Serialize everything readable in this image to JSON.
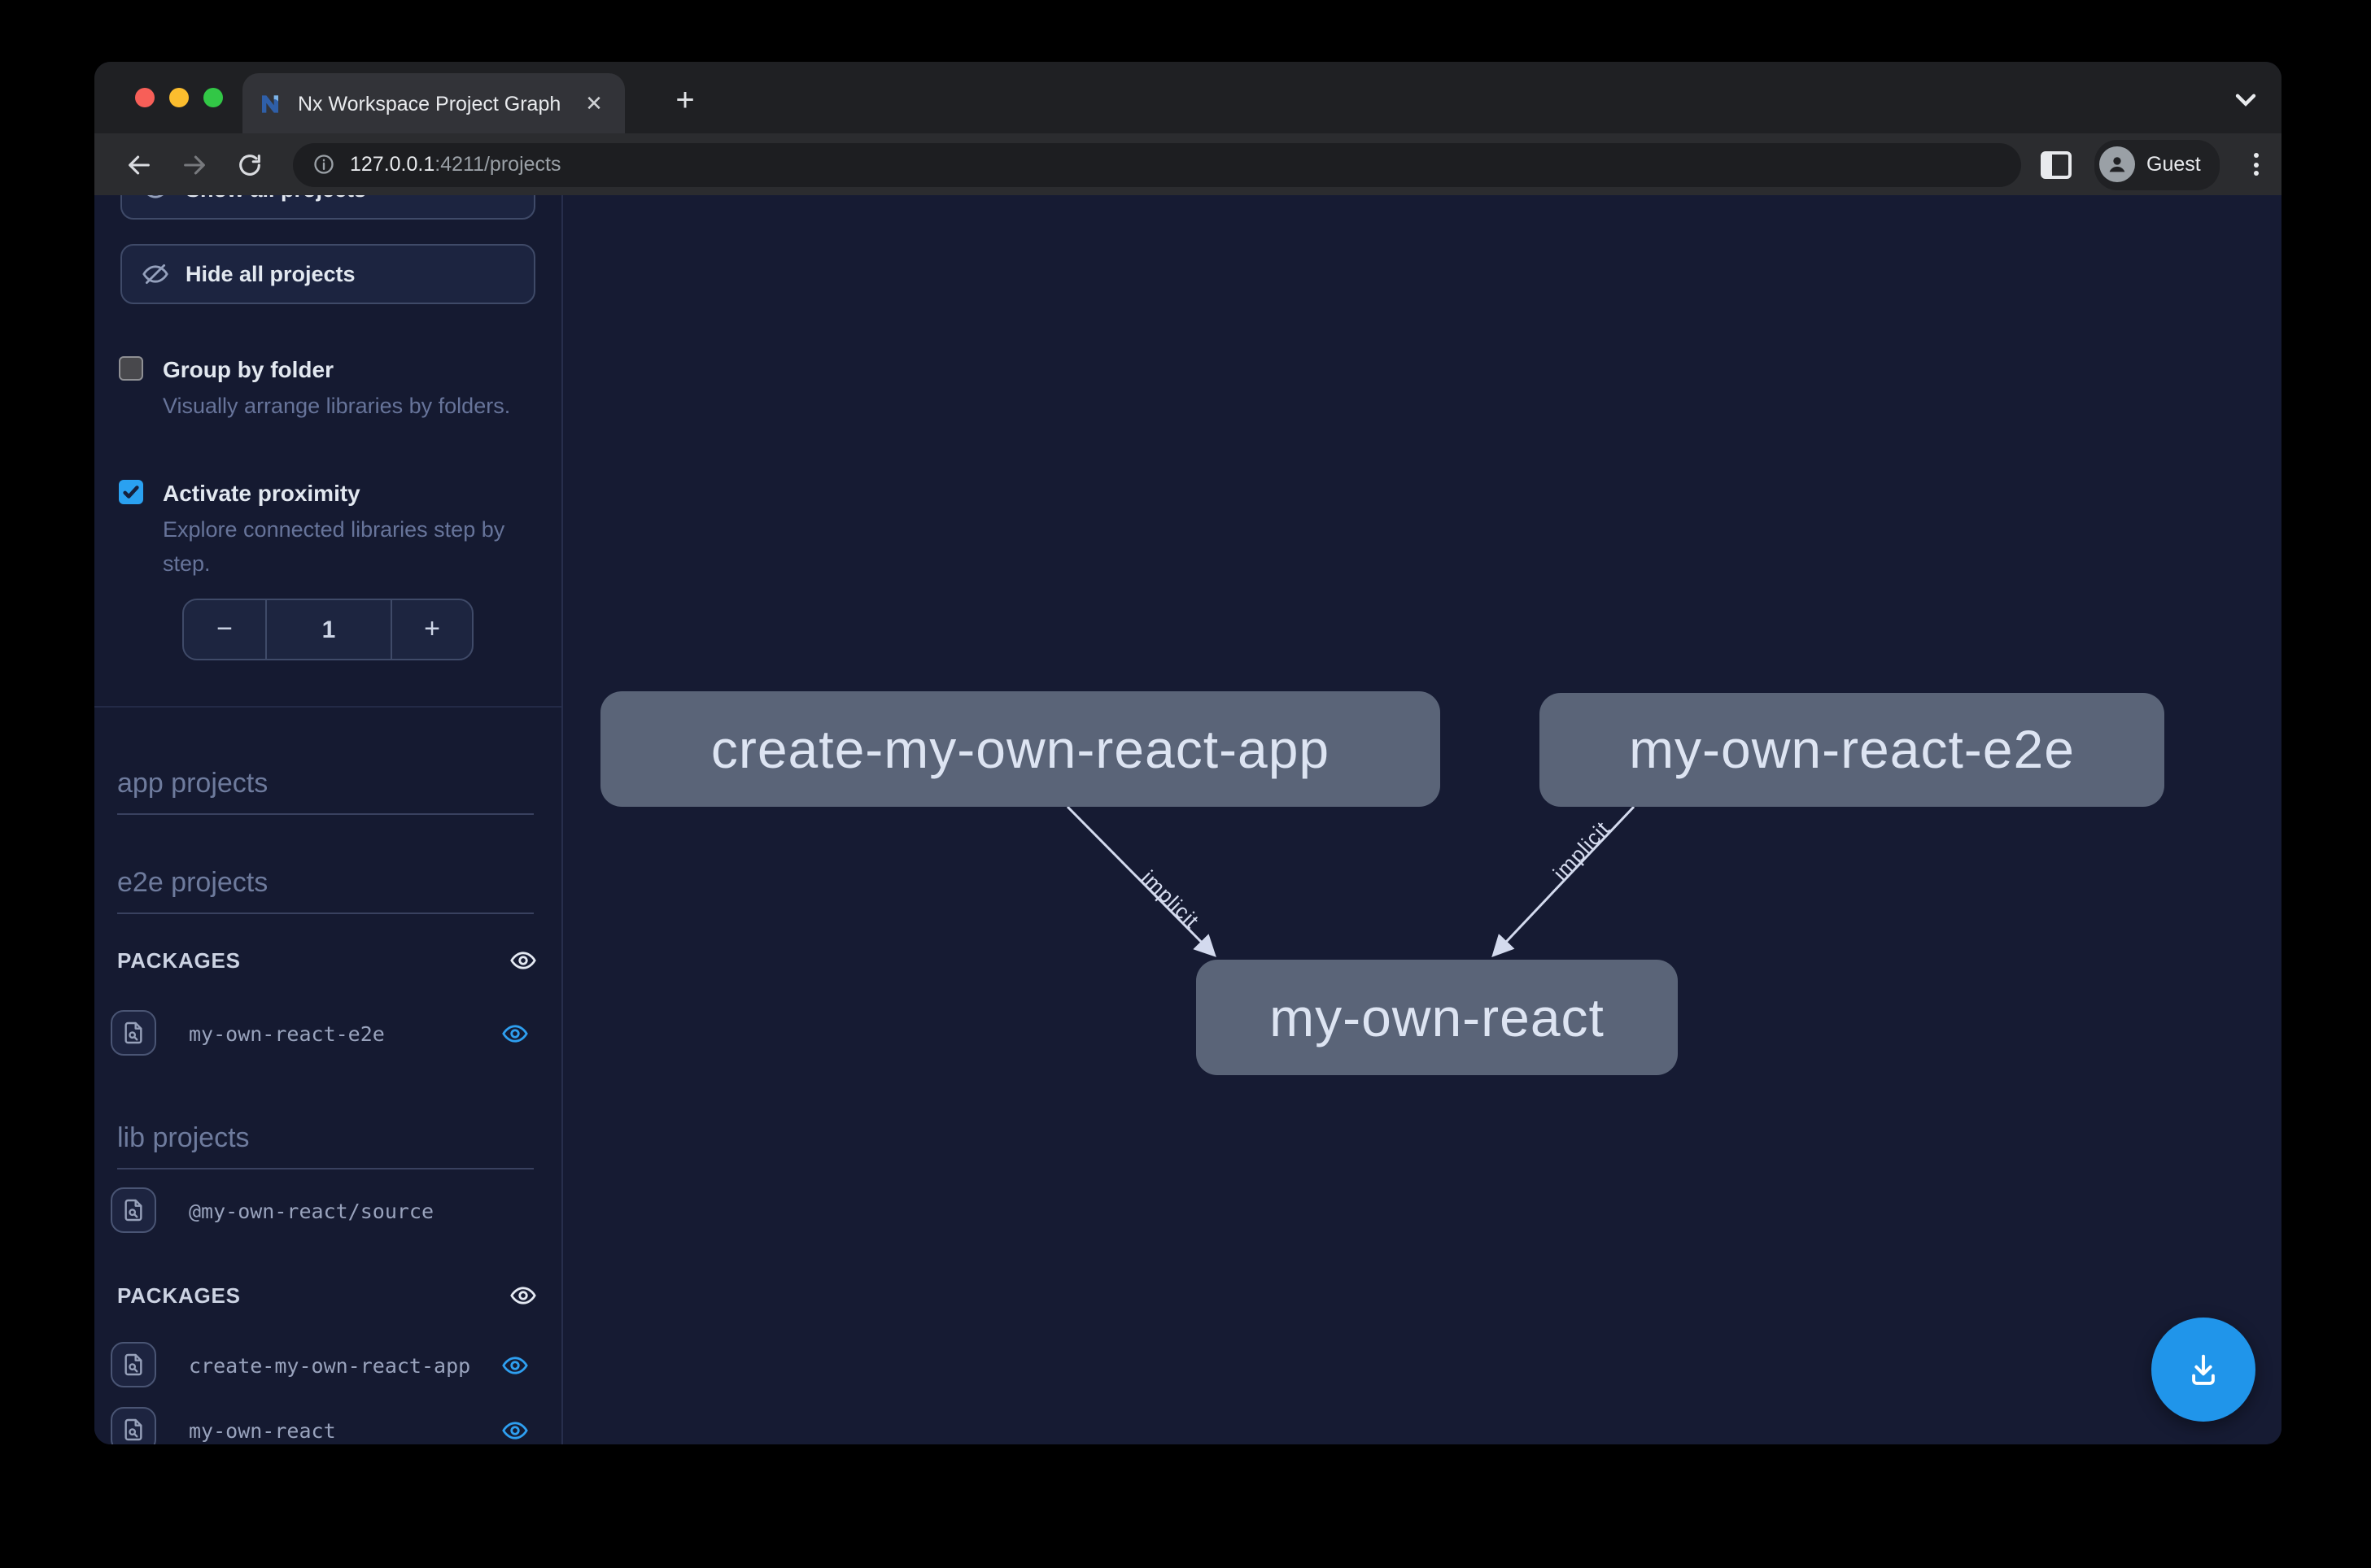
{
  "browser": {
    "tab": {
      "title": "Nx Workspace Project Graph",
      "close_glyph": "✕"
    },
    "new_tab_glyph": "+",
    "url": {
      "host": "127.0.0.1",
      "rest": ":4211/projects"
    },
    "profile_label": "Guest"
  },
  "sidebar": {
    "show_all_label": "Show all projects",
    "hide_all_label": "Hide all projects",
    "options": [
      {
        "label": "Group by folder",
        "description": "Visually arrange libraries by folders.",
        "checked": false
      },
      {
        "label": "Activate proximity",
        "description": "Explore connected libraries step by step.",
        "checked": true
      }
    ],
    "stepper": {
      "minus": "−",
      "value": "1",
      "plus": "+"
    },
    "heading_app": "app projects",
    "heading_e2e": "e2e projects",
    "heading_lib": "lib projects",
    "packages_label": "PACKAGES",
    "rows": {
      "e2e_package": "my-own-react-e2e",
      "lib_source": "@my-own-react/source",
      "pkg_create": "create-my-own-react-app",
      "pkg_react": "my-own-react"
    }
  },
  "graph": {
    "nodes": [
      {
        "id": "create-my-own-react-app",
        "label": "create-my-own-react-app"
      },
      {
        "id": "my-own-react-e2e",
        "label": "my-own-react-e2e"
      },
      {
        "id": "my-own-react",
        "label": "my-own-react"
      }
    ],
    "edges": [
      {
        "source": "create-my-own-react-app",
        "target": "my-own-react",
        "label": "implicit"
      },
      {
        "source": "my-own-react-e2e",
        "target": "my-own-react",
        "label": "implicit"
      }
    ]
  },
  "colors": {
    "accent_eye_blue": "#2e9ff0",
    "fab_blue": "#2095ea",
    "checkbox_checked": "#2aa1f1",
    "node_fill": "#5a6478",
    "edge": "#d3daee",
    "canvas_bg": "#161b33"
  }
}
